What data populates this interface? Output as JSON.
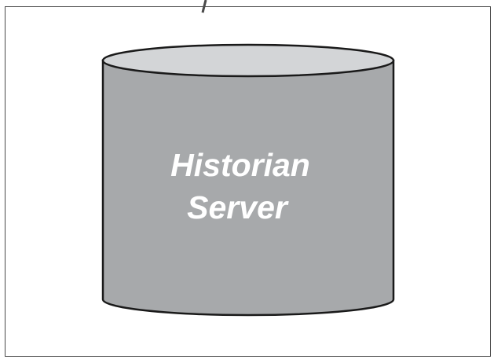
{
  "diagram": {
    "node": {
      "label_line1": "Historian",
      "label_line2": "Server",
      "shape": "cylinder",
      "body_color": "#a7a9ab",
      "top_color": "#d3d5d7",
      "outline_color": "#1a1a1a",
      "text_color": "#ffffff"
    },
    "frame_color": "#4a4a4a"
  }
}
